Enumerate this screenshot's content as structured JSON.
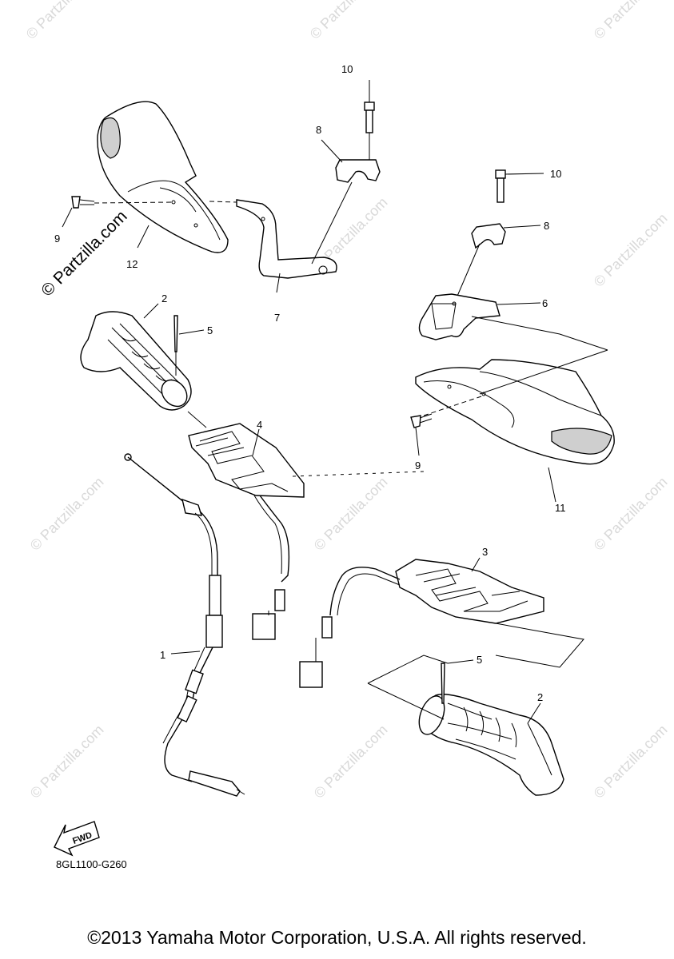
{
  "watermark": {
    "text": "© Partzilla.com"
  },
  "diagram_code": "8GL1100-G260",
  "fwd_label": "FWD",
  "callouts": {
    "c1": "1",
    "c2a": "2",
    "c2b": "2",
    "c3": "3",
    "c4": "4",
    "c5a": "5",
    "c5b": "5",
    "c6": "6",
    "c7": "7",
    "c8a": "8",
    "c8b": "8",
    "c9a": "9",
    "c9b": "9",
    "c10a": "10",
    "c10b": "10",
    "c11": "11",
    "c12": "12"
  },
  "copyright": "©2013 Yamaha Motor Corporation, U.S.A. All rights reserved."
}
